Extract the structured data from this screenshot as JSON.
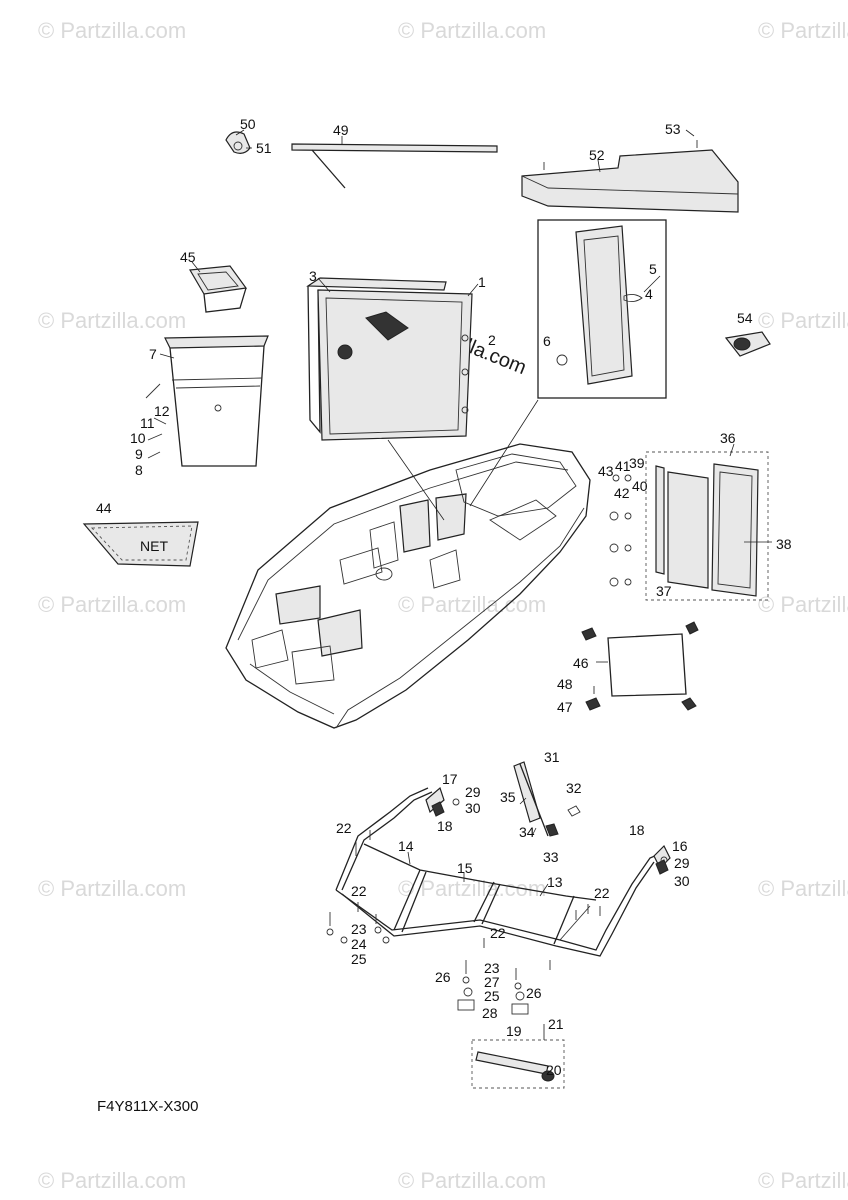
{
  "watermark": {
    "text": "© Partzilla.com",
    "center_text": "© Partzilla.com"
  },
  "diagram_code": "F4Y811X-X300",
  "net_label": "NET",
  "callouts": [
    "1",
    "2",
    "3",
    "4",
    "5",
    "6",
    "7",
    "8",
    "9",
    "10",
    "11",
    "12",
    "13",
    "14",
    "15",
    "16",
    "17",
    "18",
    "19",
    "20",
    "21",
    "22",
    "23",
    "24",
    "25",
    "26",
    "27",
    "28",
    "29",
    "30",
    "31",
    "32",
    "33",
    "34",
    "35",
    "36",
    "37",
    "38",
    "39",
    "40",
    "41",
    "42",
    "43",
    "44",
    "45",
    "46",
    "47",
    "48",
    "49",
    "50",
    "51",
    "52",
    "53",
    "54"
  ]
}
